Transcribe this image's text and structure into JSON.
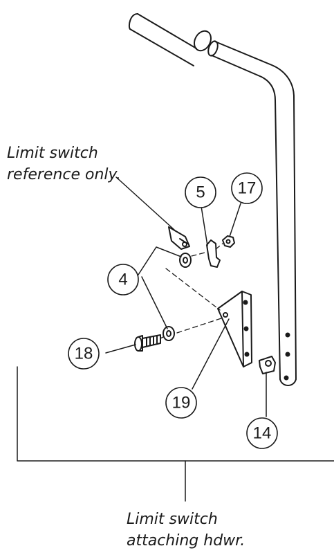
{
  "captions": {
    "reference_line1": "Limit switch",
    "reference_line2": "reference only.",
    "attaching_line1": "Limit switch",
    "attaching_line2": "attaching hdwr."
  },
  "callouts": [
    "5",
    "17",
    "4",
    "18",
    "19",
    "14"
  ],
  "colors": {
    "ink": "#1a1a1a",
    "paper": "#ffffff"
  }
}
